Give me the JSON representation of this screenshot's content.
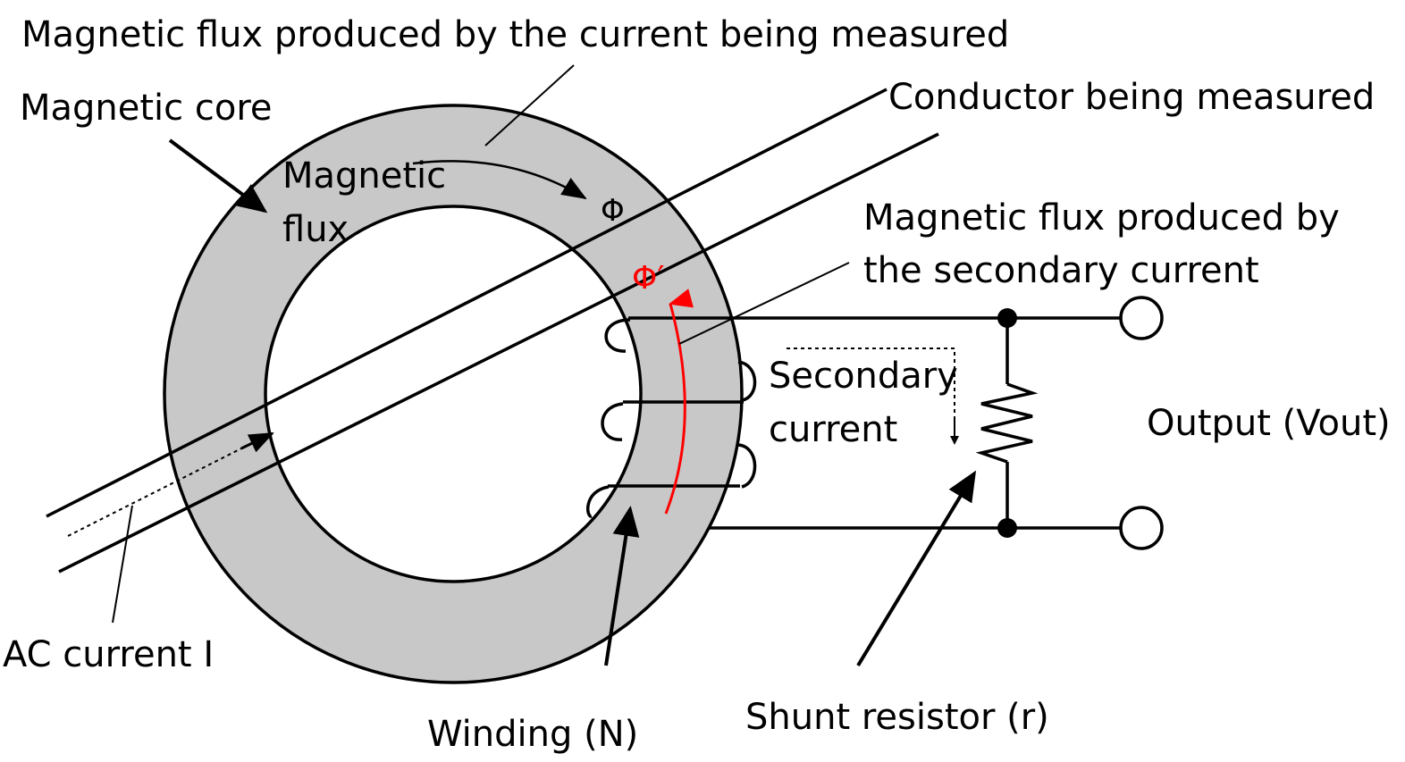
{
  "labels": {
    "flux_by_current": "Magnetic flux produced by the current being measured",
    "magnetic_core": "Magnetic core",
    "conductor": "Conductor being measured",
    "magnetic_flux_line1": "Magnetic",
    "magnetic_flux_line2": "flux",
    "phi": "Φ",
    "phi_prime": "Φ′",
    "secondary_flux_line1": "Magnetic flux produced by",
    "secondary_flux_line2": "the secondary current",
    "secondary_current_line1": "Secondary",
    "secondary_current_line2": "current",
    "output": "Output (Vout)",
    "ac_current": "AC current  I",
    "winding": "Winding (N)",
    "shunt_resistor": "Shunt resistor (r)"
  },
  "colors": {
    "core_fill": "#c8c8c8",
    "line": "#000000",
    "secondary_flux": "#ff0000"
  }
}
